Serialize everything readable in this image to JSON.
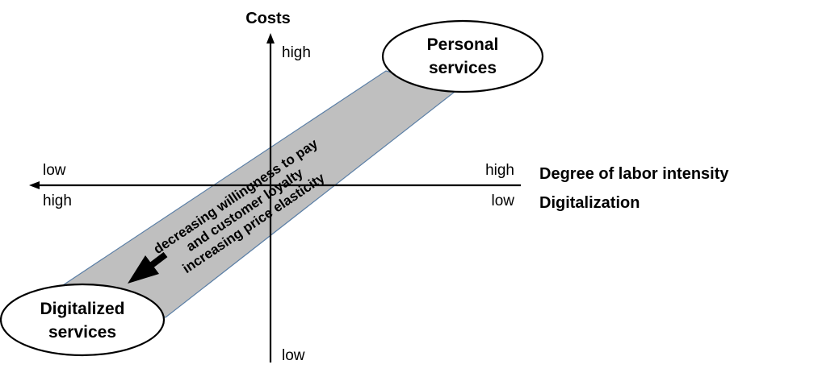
{
  "y_axis": {
    "title": "Costs",
    "top_label": "high",
    "bottom_label": "low"
  },
  "x_axis": {
    "left_top": "low",
    "left_bottom": "high",
    "right_top": "high",
    "right_bottom": "low",
    "title_top": "Degree of labor intensity",
    "title_bottom": "Digitalization"
  },
  "nodes": {
    "personal": {
      "line1": "Personal",
      "line2": "services"
    },
    "digitalized": {
      "line1": "Digitalized",
      "line2": "services"
    }
  },
  "band": {
    "line1": "decreasing willingness to pay",
    "line2": "and customer loyalty",
    "line3": "increasing price elasticity"
  },
  "colors": {
    "band_fill": "#bfbfbf",
    "band_stroke": "#5b7fa6",
    "axis": "#000000"
  }
}
